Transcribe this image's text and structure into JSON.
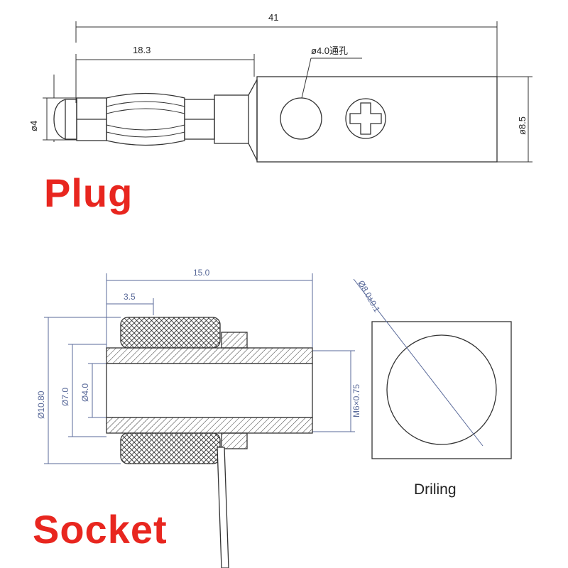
{
  "plug": {
    "label": "Plug",
    "dims": {
      "overall_length": "41",
      "pin_length": "18.3",
      "hole": "ø4.0通孔",
      "pin_diameter": "ø4",
      "body_diameter": "ø8.5"
    }
  },
  "socket": {
    "label": "Socket",
    "dims": {
      "length": "15.0",
      "flange": "3.5",
      "outer_diameter": "Ø10.80",
      "mid_diameter": "Ø7.0",
      "bore": "Ø4.0",
      "thread": "M6×0.75"
    }
  },
  "drilling": {
    "caption": "Driling",
    "hole": "Ø8.0±0.1"
  },
  "colors": {
    "label_red": "#e8261f",
    "line": "#444444",
    "dim_line": "#5a6a9a"
  }
}
